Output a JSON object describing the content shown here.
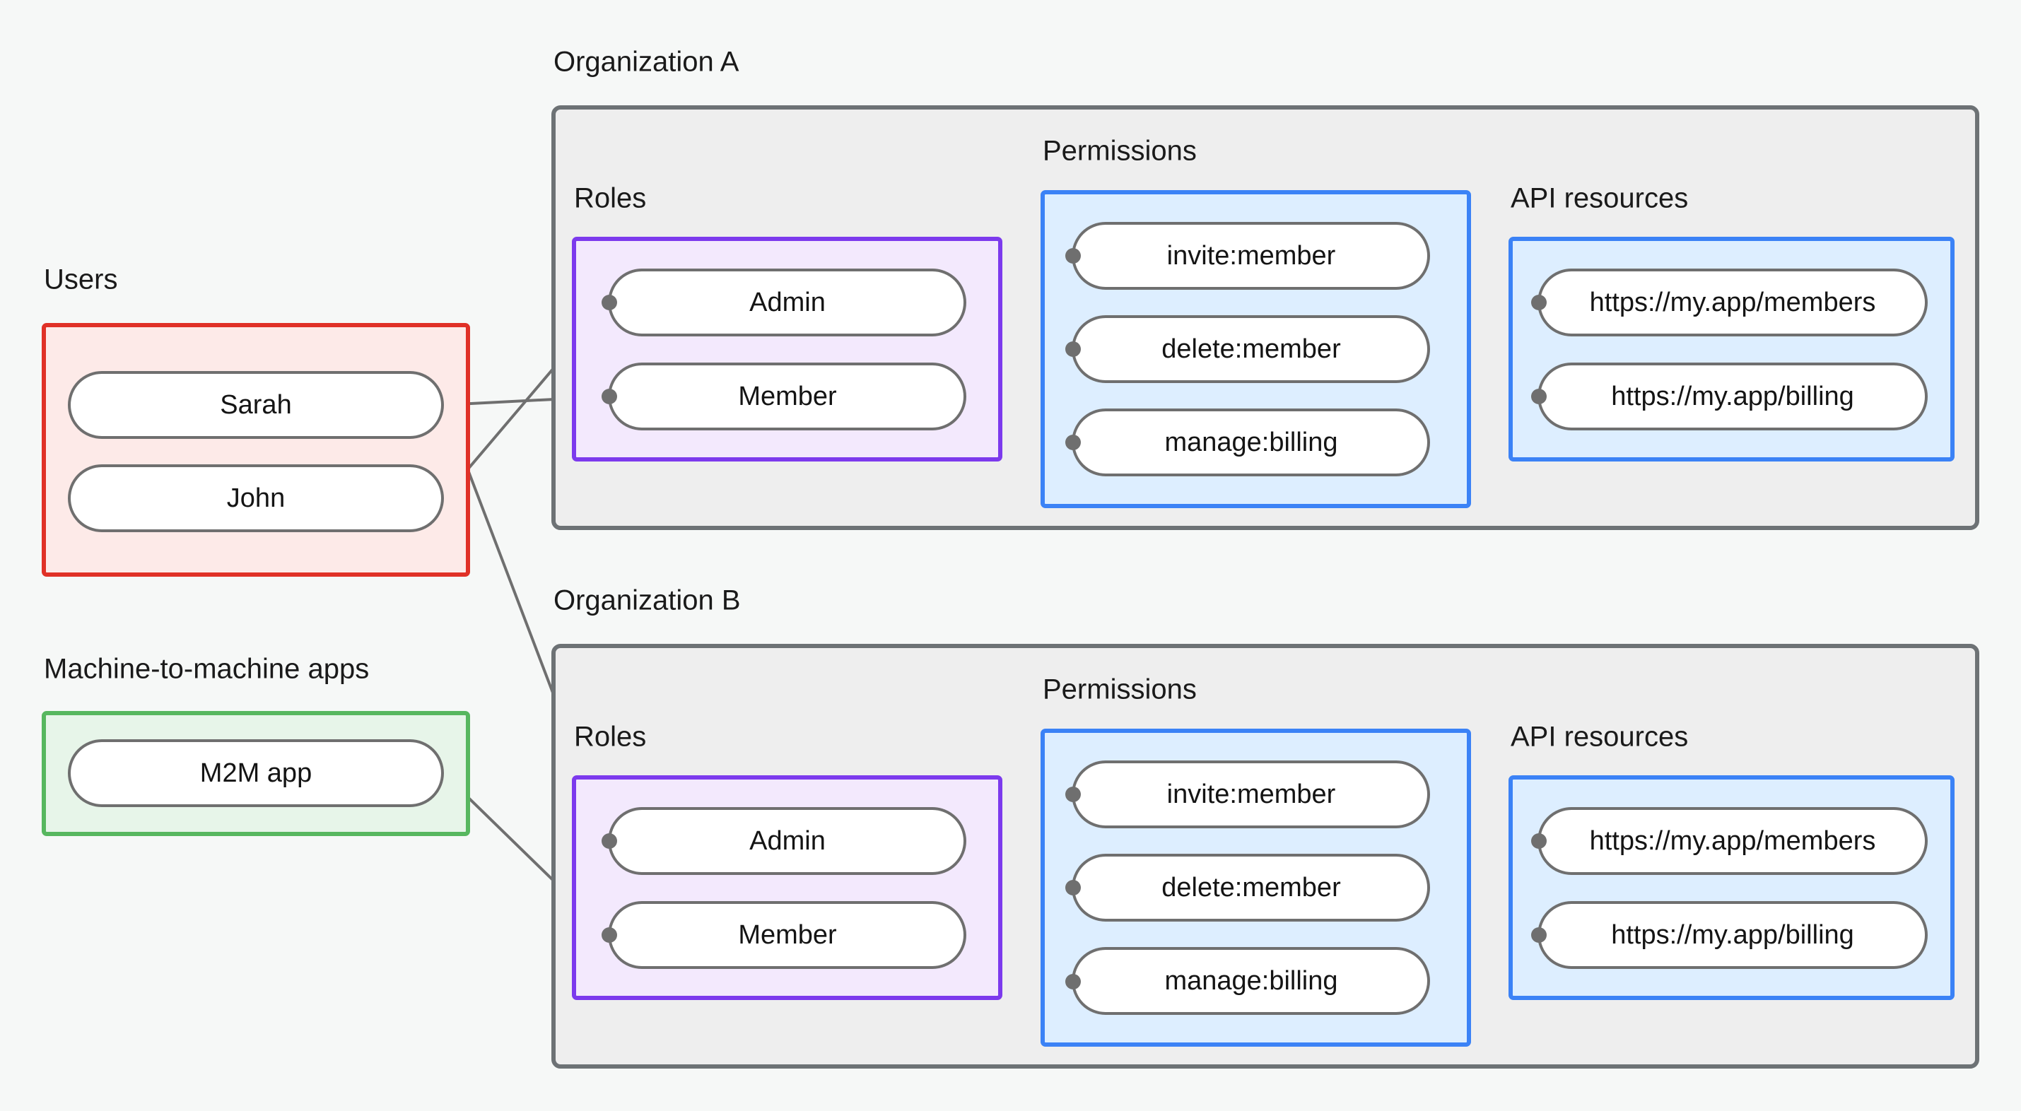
{
  "diagram": {
    "title": "Organization RBAC diagram",
    "background_color": "#f6f8f7"
  },
  "groups": {
    "users": {
      "label": "Users",
      "border_color": "#e03127",
      "fill_color": "#fdeae8",
      "items": [
        {
          "label": "Sarah"
        },
        {
          "label": "John"
        }
      ]
    },
    "m2m": {
      "label": "Machine-to-machine apps",
      "border_color": "#57b75f",
      "fill_color": "#e7f5e9",
      "items": [
        {
          "label": "M2M app"
        }
      ]
    },
    "org_a": {
      "label": "Organization A",
      "border_color": "#6d7275",
      "fill_color": "#eeeeee",
      "roles": {
        "label": "Roles",
        "border_color": "#7c3aed",
        "fill_color": "#f3e9fd",
        "items": [
          {
            "label": "Admin"
          },
          {
            "label": "Member"
          }
        ]
      },
      "permissions": {
        "label": "Permissions",
        "border_color": "#3b82f6",
        "fill_color": "#ddeeff",
        "items": [
          {
            "label": "invite:member"
          },
          {
            "label": "delete:member"
          },
          {
            "label": "manage:billing"
          }
        ]
      },
      "api_resources": {
        "label": "API resources",
        "border_color": "#3b82f6",
        "fill_color": "#ddeeff",
        "items": [
          {
            "label": "https://my.app/members"
          },
          {
            "label": "https://my.app/billing"
          }
        ]
      }
    },
    "org_b": {
      "label": "Organization B",
      "border_color": "#6d7275",
      "fill_color": "#eeeeee",
      "roles": {
        "label": "Roles",
        "border_color": "#7c3aed",
        "fill_color": "#f3e9fd",
        "items": [
          {
            "label": "Admin"
          },
          {
            "label": "Member"
          }
        ]
      },
      "permissions": {
        "label": "Permissions",
        "border_color": "#3b82f6",
        "fill_color": "#ddeeff",
        "items": [
          {
            "label": "invite:member"
          },
          {
            "label": "delete:member"
          },
          {
            "label": "manage:billing"
          }
        ]
      },
      "api_resources": {
        "label": "API resources",
        "border_color": "#3b82f6",
        "fill_color": "#ddeeff",
        "items": [
          {
            "label": "https://my.app/members"
          },
          {
            "label": "https://my.app/billing"
          }
        ]
      }
    }
  },
  "connections": [
    {
      "from": "Sarah",
      "to": "Organization A / Member"
    },
    {
      "from": "John",
      "to": "Organization A / Admin"
    },
    {
      "from": "Sarah",
      "to": "Organization B / Admin"
    },
    {
      "from": "M2M app",
      "to": "Organization B / Member"
    },
    {
      "from": "Organization A / Admin",
      "to": "Organization A / invite:member"
    },
    {
      "from": "Organization A / Admin",
      "to": "Organization A / delete:member"
    },
    {
      "from": "Organization A / Member",
      "to": "Organization A / manage:billing"
    },
    {
      "from": "Organization A / invite:member",
      "to": "Organization A / https://my.app/members"
    },
    {
      "from": "Organization A / delete:member",
      "to": "Organization A / https://my.app/members"
    },
    {
      "from": "Organization A / manage:billing",
      "to": "Organization A / https://my.app/billing"
    },
    {
      "from": "Organization B / Admin",
      "to": "Organization B / invite:member"
    },
    {
      "from": "Organization B / Admin",
      "to": "Organization B / delete:member"
    },
    {
      "from": "Organization B / Member",
      "to": "Organization B / manage:billing"
    },
    {
      "from": "Organization B / invite:member",
      "to": "Organization B / https://my.app/members"
    },
    {
      "from": "Organization B / delete:member",
      "to": "Organization B / https://my.app/members"
    },
    {
      "from": "Organization B / manage:billing",
      "to": "Organization B / https://my.app/billing"
    }
  ]
}
